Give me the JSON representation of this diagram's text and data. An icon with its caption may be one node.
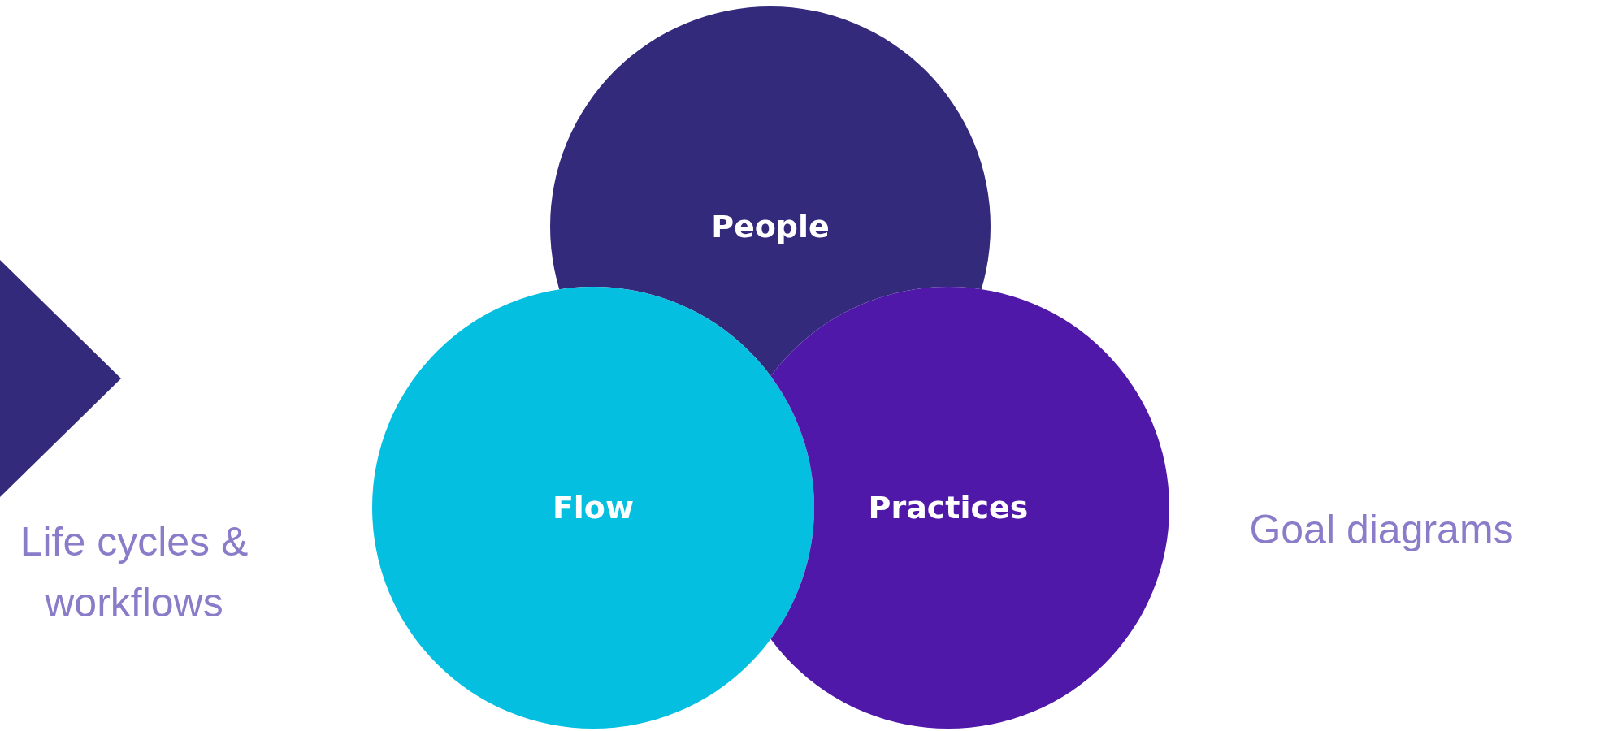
{
  "diagram": {
    "nodes": [
      {
        "text": [
          "People"
        ]
      },
      {
        "text": [
          "Flow"
        ]
      },
      {
        "text": [
          "Practices"
        ]
      },
      {
        "text": [],
        "shape": "triangle"
      }
    ],
    "edges": [],
    "labels": [
      "Life cycles & workflows",
      "Goal diagrams"
    ]
  }
}
